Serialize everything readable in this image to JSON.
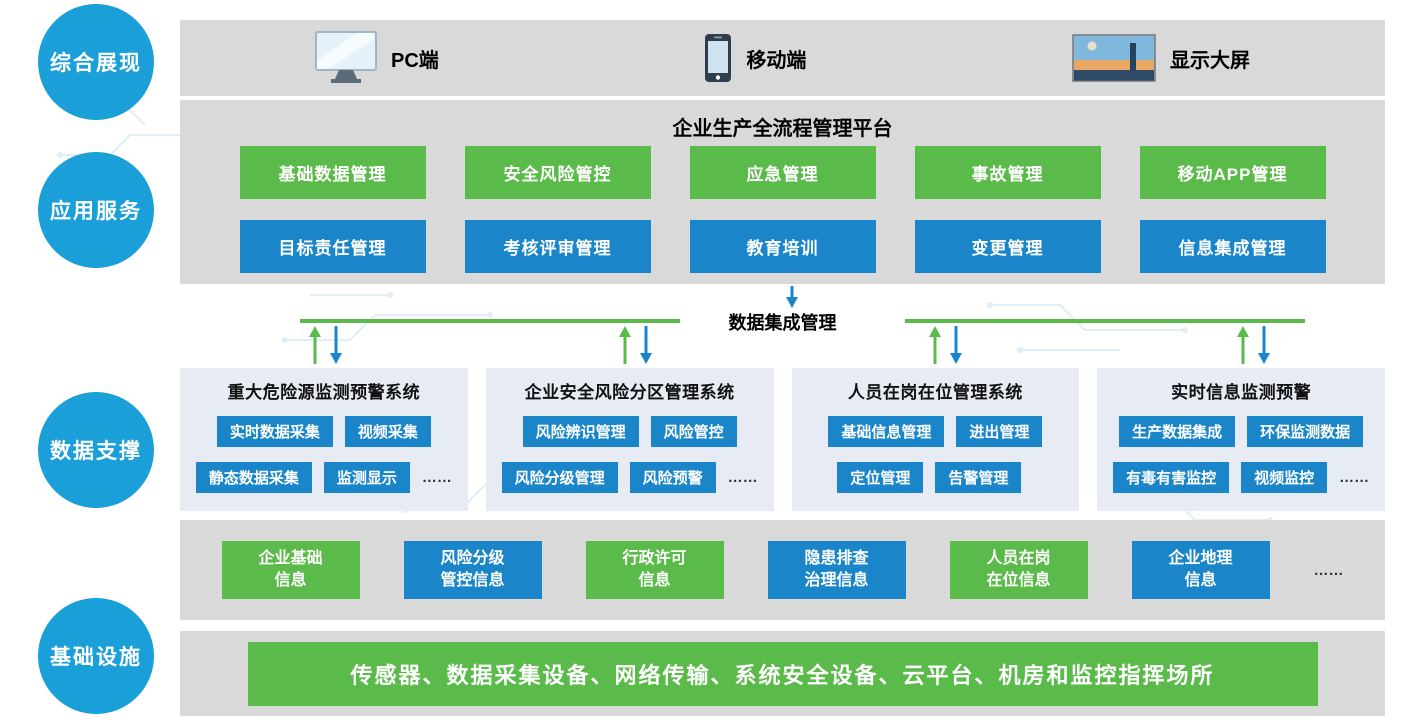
{
  "colors": {
    "side_circle_blue": "#1B9FD8",
    "band_gray": "#D9D9D9",
    "green": "#5BBB4A",
    "blue": "#1A86C9",
    "panel_bg": "#E7EBF4"
  },
  "side_labels": {
    "display": "综合展现",
    "application": "应用服务",
    "data": "数据支撑",
    "infrastructure": "基础设施"
  },
  "display_layer": {
    "pc": "PC端",
    "mobile": "移动端",
    "big_screen": "显示大屏"
  },
  "platform": {
    "title": "企业生产全流程管理平台",
    "row1": [
      "基础数据管理",
      "安全风险管控",
      "应急管理",
      "事故管理",
      "移动APP管理"
    ],
    "row2": [
      "目标责任管理",
      "考核评审管理",
      "教育培训",
      "变更管理",
      "信息集成管理"
    ]
  },
  "integration": {
    "label": "数据集成管理"
  },
  "data_support": {
    "panels": [
      {
        "title": "重大危险源监测预警系统",
        "row1": [
          "实时数据采集",
          "视频采集"
        ],
        "row2": [
          "静态数据采集",
          "监测显示"
        ],
        "ellipsis": "……"
      },
      {
        "title": "企业安全风险分区管理系统",
        "row1": [
          "风险辨识管理",
          "风险管控"
        ],
        "row2": [
          "风险分级管理",
          "风险预警"
        ],
        "ellipsis": "……"
      },
      {
        "title": "人员在岗在位管理系统",
        "row1": [
          "基础信息管理",
          "进出管理"
        ],
        "row2": [
          "定位管理",
          "告警管理"
        ],
        "ellipsis": ""
      },
      {
        "title": "实时信息监测预警",
        "row1": [
          "生产数据集成",
          "环保监测数据"
        ],
        "row2": [
          "有毒有害监控",
          "视频监控"
        ],
        "ellipsis": "……"
      }
    ]
  },
  "info_layer": {
    "items": [
      {
        "label": "企业基础\n信息",
        "color": "green"
      },
      {
        "label": "风险分级\n管控信息",
        "color": "blue"
      },
      {
        "label": "行政许可\n信息",
        "color": "green"
      },
      {
        "label": "隐患排查\n治理信息",
        "color": "blue"
      },
      {
        "label": "人员在岗\n在位信息",
        "color": "green"
      },
      {
        "label": "企业地理\n信息",
        "color": "blue"
      }
    ],
    "ellipsis": "……"
  },
  "infrastructure": {
    "label": "传感器、数据采集设备、网络传输、系统安全设备、云平台、机房和监控指挥场所"
  }
}
